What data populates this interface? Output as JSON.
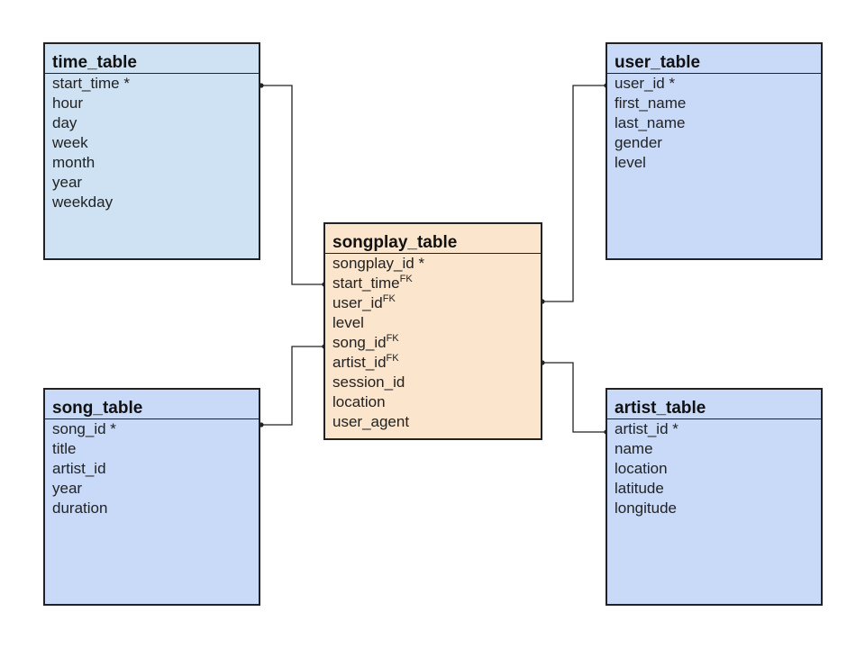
{
  "colors": {
    "dimension_blue": "#c9daf8",
    "dimension_light_blue": "#cfe2f3",
    "fact_peach": "#fce5cd",
    "border": "#222222"
  },
  "tables": {
    "time_table": {
      "title": "time_table",
      "fields": [
        {
          "name": "start_time *",
          "fk": ""
        },
        {
          "name": "hour",
          "fk": ""
        },
        {
          "name": "day",
          "fk": ""
        },
        {
          "name": "week",
          "fk": ""
        },
        {
          "name": "month",
          "fk": ""
        },
        {
          "name": "year",
          "fk": ""
        },
        {
          "name": "weekday",
          "fk": ""
        }
      ]
    },
    "user_table": {
      "title": "user_table",
      "fields": [
        {
          "name": "user_id *",
          "fk": ""
        },
        {
          "name": "first_name",
          "fk": ""
        },
        {
          "name": "last_name",
          "fk": ""
        },
        {
          "name": "gender",
          "fk": ""
        },
        {
          "name": "level",
          "fk": ""
        }
      ]
    },
    "songplay_table": {
      "title": "songplay_table",
      "fields": [
        {
          "name": "songplay_id *",
          "fk": ""
        },
        {
          "name": "start_time",
          "fk": "FK"
        },
        {
          "name": "user_id",
          "fk": "FK"
        },
        {
          "name": "level",
          "fk": ""
        },
        {
          "name": "song_id",
          "fk": "FK"
        },
        {
          "name": "artist_id",
          "fk": "FK"
        },
        {
          "name": "session_id",
          "fk": ""
        },
        {
          "name": "location",
          "fk": ""
        },
        {
          "name": "user_agent",
          "fk": ""
        }
      ]
    },
    "song_table": {
      "title": "song_table",
      "fields": [
        {
          "name": "song_id *",
          "fk": ""
        },
        {
          "name": "title",
          "fk": ""
        },
        {
          "name": "artist_id",
          "fk": ""
        },
        {
          "name": "year",
          "fk": ""
        },
        {
          "name": "duration",
          "fk": ""
        }
      ]
    },
    "artist_table": {
      "title": "artist_table",
      "fields": [
        {
          "name": "artist_id *",
          "fk": ""
        },
        {
          "name": "name",
          "fk": ""
        },
        {
          "name": "location",
          "fk": ""
        },
        {
          "name": "latitude",
          "fk": ""
        },
        {
          "name": "longitude",
          "fk": ""
        }
      ]
    }
  },
  "relationships": [
    {
      "from": "time_table.start_time",
      "to": "songplay_table.start_time"
    },
    {
      "from": "user_table.user_id",
      "to": "songplay_table.user_id"
    },
    {
      "from": "song_table.song_id",
      "to": "songplay_table.song_id"
    },
    {
      "from": "artist_table.artist_id",
      "to": "songplay_table.artist_id"
    }
  ]
}
